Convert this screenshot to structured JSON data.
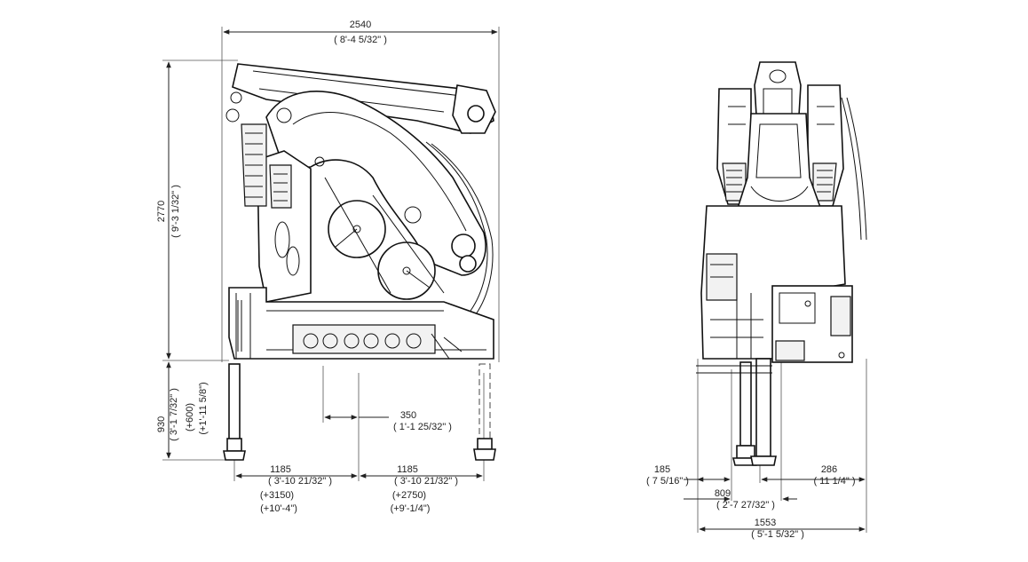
{
  "side_view": {
    "overall_width": {
      "value": "2540",
      "imperial": "( 8'-4 5/32\" )"
    },
    "height": {
      "value": "2770",
      "imperial": "( 9'-3 1/32\" )"
    },
    "base_height": {
      "value": "930",
      "imperial": "( 3'-1 7/32\" )",
      "extra": "(+600)",
      "extra_imperial": "(+1'-11 5/8\")"
    },
    "offset": {
      "value": "350",
      "imperial": "( 1'-1 25/32\" )"
    },
    "left_leg_span": {
      "value": "1185",
      "imperial": "( 3'-10 21/32\" )",
      "extra": "(+3150)",
      "extra_imperial": "(+10'-4\")"
    },
    "right_leg_span": {
      "value": "1185",
      "imperial": "( 3'-10 21/32\" )",
      "extra": "(+2750)",
      "extra_imperial": "(+9'-1/4\")"
    }
  },
  "front_view": {
    "left_offset": {
      "value": "185",
      "imperial": "( 7 5/16\" )"
    },
    "right_offset": {
      "value": "286",
      "imperial": "( 11 1/4\" )"
    },
    "center_width": {
      "value": "809",
      "imperial": "( 2'-7 27/32\" )"
    },
    "overall_width": {
      "value": "1553",
      "imperial": "( 5'-1 5/32\" )"
    }
  }
}
